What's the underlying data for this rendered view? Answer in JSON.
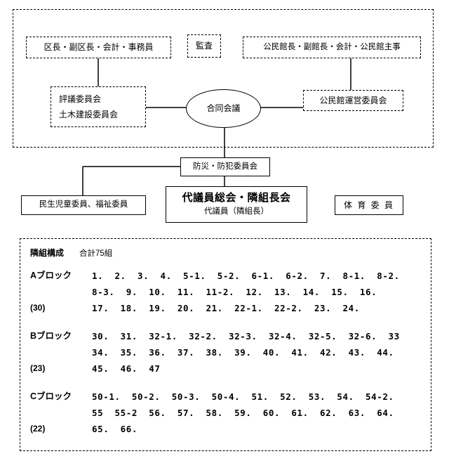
{
  "top": {
    "kucho_box": "区長・副区長・会計・事務員",
    "kansa_box": "監査",
    "kancho_box": "公民館長・副館長・会計・公民館主事",
    "hyogi_line1": "評議委員会",
    "hyogi_line2": "土木建設委員会",
    "godo_ellipse": "合同会議",
    "unei_box": "公民館運営委員会"
  },
  "middle": {
    "bosai_box": "防災・防犯委員会",
    "minsei_box": "民生児童委員、福祉委員",
    "daigiin_title": "代議員総会・隣組長会",
    "daigiin_sub": "代議員（隣組長）",
    "taiiku_box": "体 育 委 員"
  },
  "bottom": {
    "heading_label": "隣組構成",
    "heading_total": "合計75組",
    "blocks": [
      {
        "label": "Aブロック",
        "count": "(30)",
        "lines": [
          "1.  2.  3.  4.  5-1.  5-2.  6-1.  6-2.  7.  8-1.  8-2.",
          "8-3.  9.  10.  11.  11-2.  12.  13.  14.  15.  16.",
          "17.  18.  19.  20.  21.  22-1.  22-2.  23.  24."
        ]
      },
      {
        "label": "Bブロック",
        "count": "(23)",
        "lines": [
          "30.  31.  32-1.  32-2.  32-3.  32-4.  32-5.  32-6.  33",
          "34.  35.  36.  37.  38.  39.  40.  41.  42.  43.  44.",
          "45.  46.  47"
        ]
      },
      {
        "label": "Cブロック",
        "count": "(22)",
        "lines": [
          "50-1.  50-2.  50-3.  50-4.  51.  52.  53.  54.  54-2.",
          "55  55-2  56.  57.  58.  59.  60.  61.  62.  63.  64.",
          "65.  66."
        ]
      }
    ]
  }
}
